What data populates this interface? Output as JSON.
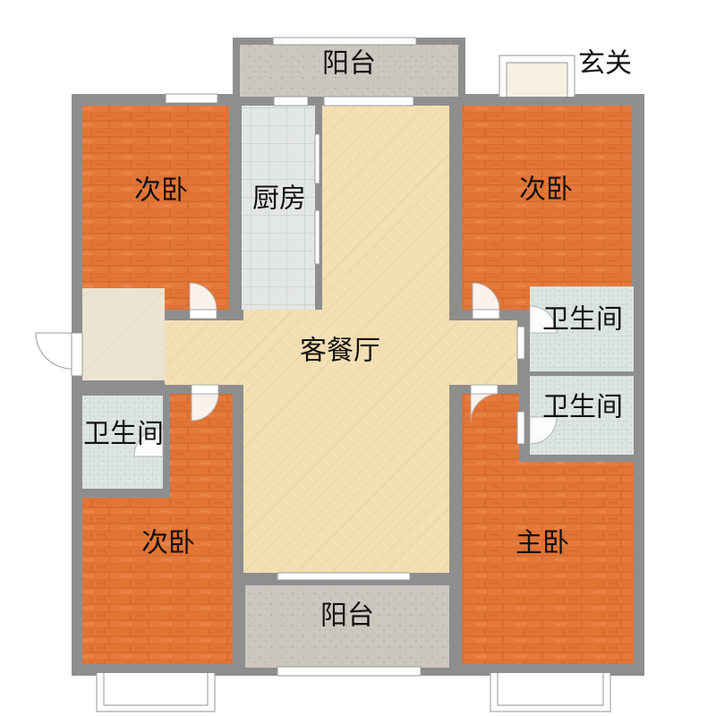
{
  "rooms": {
    "balcony_top": "阳台",
    "entrance": "玄关",
    "bedroom_top_left": "次卧",
    "kitchen": "厨房",
    "bedroom_top_right": "次卧",
    "bathroom_right_upper": "卫生间",
    "living_dining": "客餐厅",
    "bathroom_right_lower": "卫生间",
    "bathroom_left": "卫生间",
    "bedroom_bottom_left": "次卧",
    "master_bedroom": "主卧",
    "balcony_bottom": "阳台"
  },
  "colors": {
    "wall": "#8e8e8e",
    "wood": "#e5793c",
    "wood_dark": "#c95e24",
    "living_floor": "#f3dfb3",
    "balcony_floor": "#c9c5bd",
    "kitchen_tile": "#dfe3e3",
    "bath_tile": "#dbe4e0",
    "entry_floor": "#ece4d2"
  }
}
